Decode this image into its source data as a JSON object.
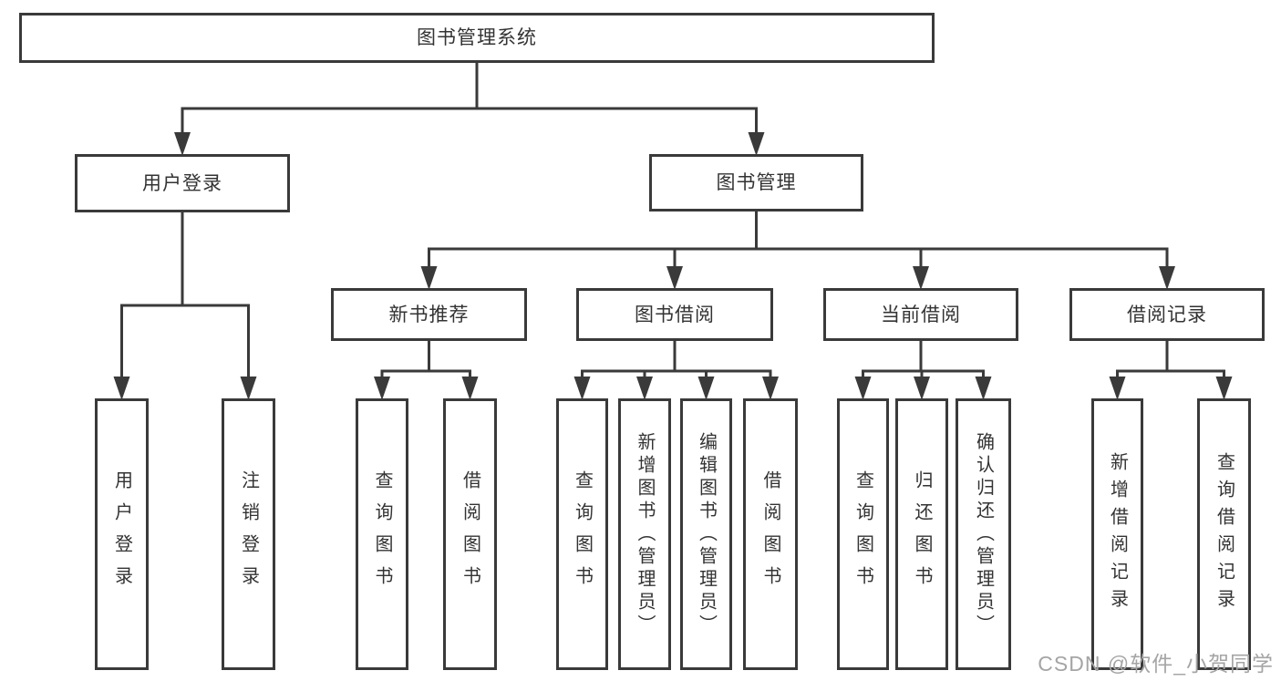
{
  "diagram": {
    "type": "hierarchy-tree",
    "title": "图书管理系统",
    "nodes": [
      {
        "id": "root",
        "label": "图书管理系统",
        "parent": null
      },
      {
        "id": "user-login-module",
        "label": "用户登录",
        "parent": "root"
      },
      {
        "id": "book-management",
        "label": "图书管理",
        "parent": "root"
      },
      {
        "id": "new-book-recommend",
        "label": "新书推荐",
        "parent": "book-management"
      },
      {
        "id": "book-borrowing",
        "label": "图书借阅",
        "parent": "book-management"
      },
      {
        "id": "current-borrowing",
        "label": "当前借阅",
        "parent": "book-management"
      },
      {
        "id": "borrowing-records",
        "label": "借阅记录",
        "parent": "book-management"
      },
      {
        "id": "leaf-user-login",
        "label": "用户登录",
        "parent": "user-login-module"
      },
      {
        "id": "leaf-logout",
        "label": "注销登录",
        "parent": "user-login-module"
      },
      {
        "id": "leaf-new-query",
        "label": "查询图书",
        "parent": "new-book-recommend"
      },
      {
        "id": "leaf-new-borrow",
        "label": "借阅图书",
        "parent": "new-book-recommend"
      },
      {
        "id": "leaf-bor-query",
        "label": "查询图书",
        "parent": "book-borrowing"
      },
      {
        "id": "leaf-bor-add",
        "label": "新增图书（管理员）",
        "parent": "book-borrowing"
      },
      {
        "id": "leaf-bor-edit",
        "label": "编辑图书（管理员）",
        "parent": "book-borrowing"
      },
      {
        "id": "leaf-bor-borrow",
        "label": "借阅图书",
        "parent": "book-borrowing"
      },
      {
        "id": "leaf-cur-query",
        "label": "查询图书",
        "parent": "current-borrowing"
      },
      {
        "id": "leaf-cur-return",
        "label": "归还图书",
        "parent": "current-borrowing"
      },
      {
        "id": "leaf-cur-confirm",
        "label": "确认归还（管理员）",
        "parent": "current-borrowing"
      },
      {
        "id": "leaf-rec-add",
        "label": "新增借阅记录",
        "parent": "borrowing-records"
      },
      {
        "id": "leaf-rec-query",
        "label": "查询借阅记录",
        "parent": "borrowing-records"
      }
    ]
  },
  "watermark": {
    "text": "CSDN @软件_小贺同学",
    "color": "#a5a5a7"
  },
  "colors": {
    "background": "#ffffff",
    "line": "#3a3a3a",
    "box_border": "#3a3a3a",
    "box_fill": "#ffffff",
    "text": "#333333"
  }
}
